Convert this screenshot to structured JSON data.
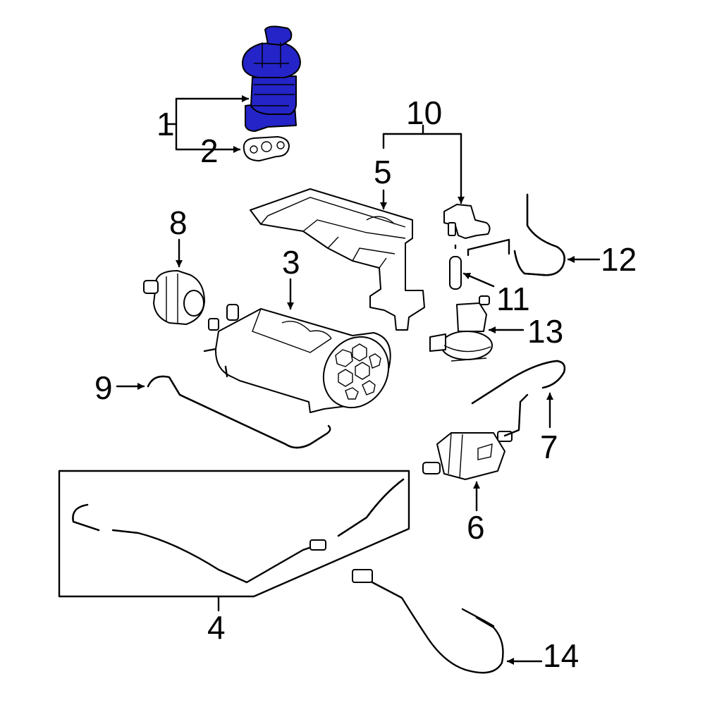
{
  "highlight_color": "#2424c8",
  "line_color": "#000000",
  "background_color": "#ffffff",
  "callouts": {
    "c1": "1",
    "c2": "2",
    "c3": "3",
    "c4": "4",
    "c5": "5",
    "c6": "6",
    "c7": "7",
    "c8": "8",
    "c9": "9",
    "c10": "10",
    "c11": "11",
    "c12": "12",
    "c13": "13",
    "c14": "14"
  }
}
